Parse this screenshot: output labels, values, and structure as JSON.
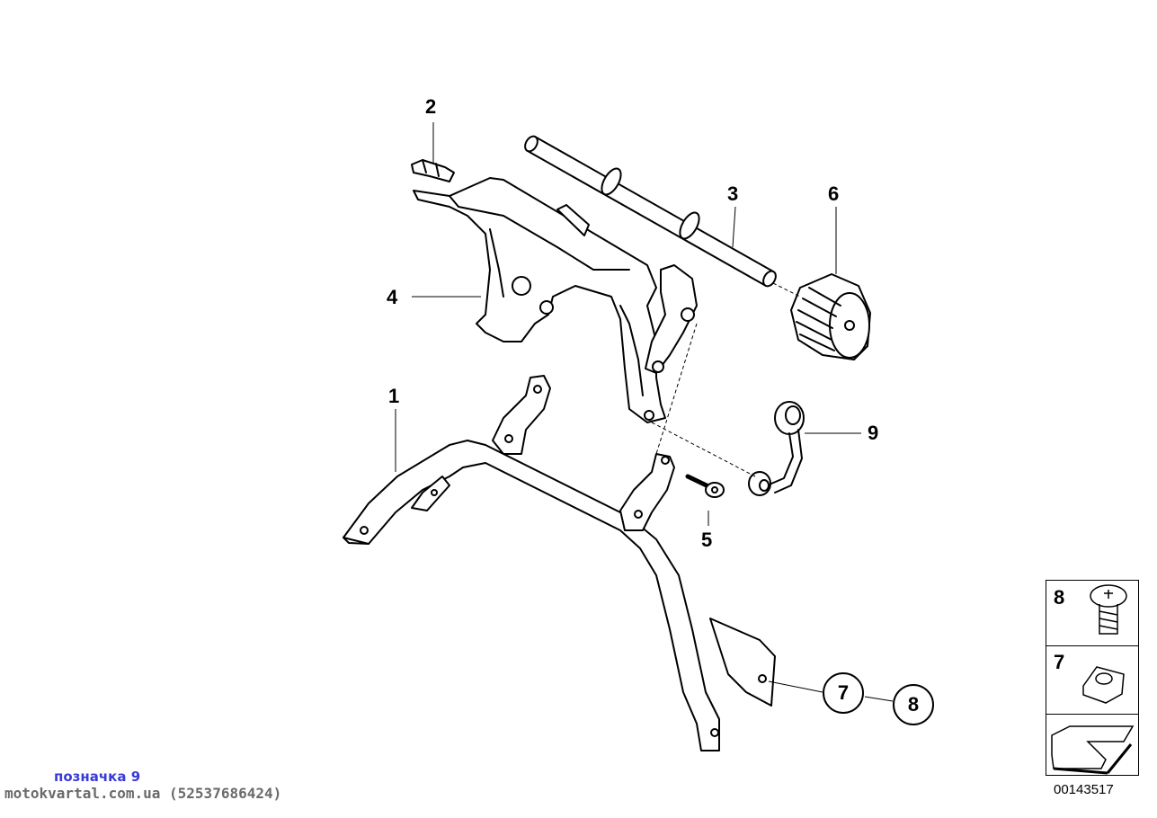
{
  "diagram": {
    "callouts": {
      "c1": "1",
      "c2": "2",
      "c3": "3",
      "c4": "4",
      "c5": "5",
      "c6": "6",
      "c9": "9"
    },
    "circle_callouts": {
      "c7": "7",
      "c8": "8"
    },
    "legend": {
      "item_top": "8",
      "item_bottom": "7"
    },
    "document_number": "00143517"
  },
  "watermark": {
    "title": "позначка 9",
    "site": "motokvartal.com.ua (52537686424)"
  }
}
